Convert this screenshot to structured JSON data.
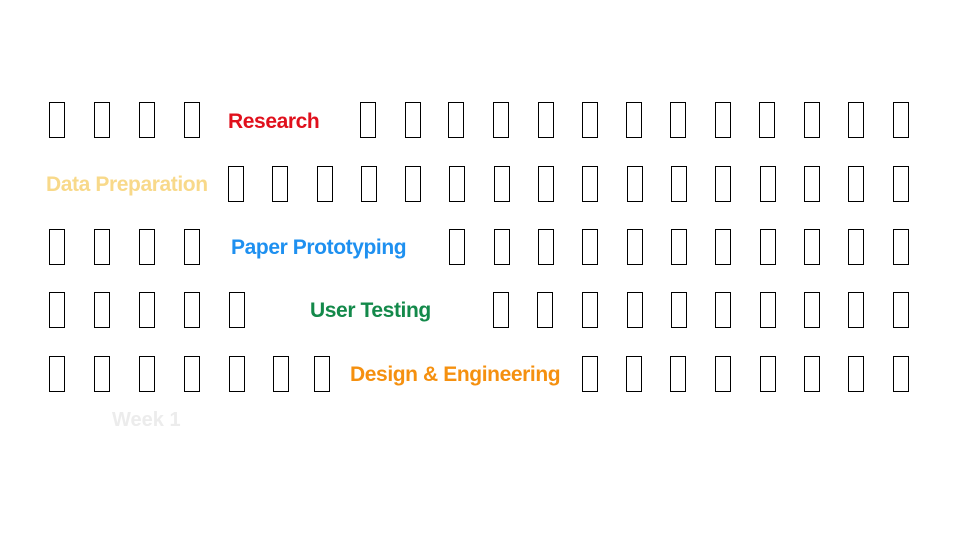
{
  "phases": [
    {
      "label": "Research",
      "color": "#e0101c"
    },
    {
      "label": "Data Preparation",
      "color": "#f8d98a"
    },
    {
      "label": "Paper Prototyping",
      "color": "#1e90f0"
    },
    {
      "label": "User Testing",
      "color": "#13894a"
    },
    {
      "label": "Design & Engineering",
      "color": "#f5900f"
    }
  ],
  "week_label": "Week 1",
  "week_label_color": "#ececec"
}
